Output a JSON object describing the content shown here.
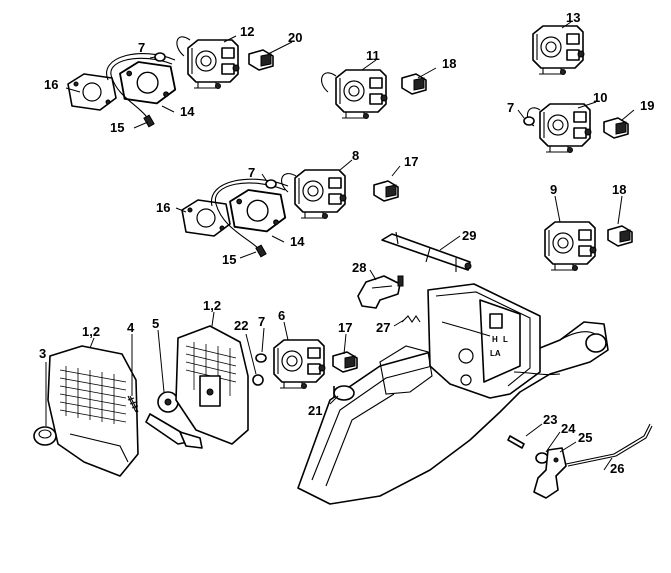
{
  "labels": {
    "p1_2_left": "1,2",
    "p1_2_mid": "1,2",
    "p3": "3",
    "p4": "4",
    "p5": "5",
    "p6": "6",
    "p7_top": "7",
    "p7_mid": "7",
    "p7_right": "7",
    "p7_low": "7",
    "p8": "8",
    "p9": "9",
    "p10": "10",
    "p11": "11",
    "p12": "12",
    "p13": "13",
    "p14_top": "14",
    "p14_mid": "14",
    "p15_top": "15",
    "p15_mid": "15",
    "p16_top": "16",
    "p16_mid": "16",
    "p17_mid": "17",
    "p17_low": "17",
    "p18_top": "18",
    "p18_mid": "18",
    "p19": "19",
    "p20": "20",
    "p21": "21",
    "p22": "22",
    "p23": "23",
    "p24": "24",
    "p25": "25",
    "p26": "26",
    "p27": "27",
    "p28": "28",
    "p29": "29"
  },
  "housing_text": {
    "marking_h": "H",
    "marking_l": "L",
    "marking_la": "LA"
  }
}
